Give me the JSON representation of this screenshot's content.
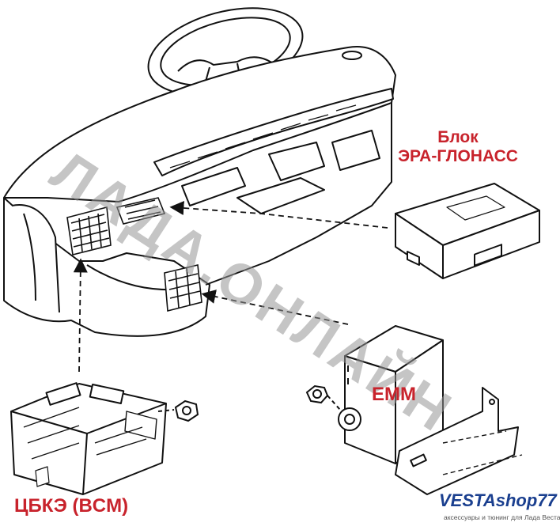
{
  "labels": {
    "era_glonass_line1": "Блок",
    "era_glonass_line2": "ЭРА-ГЛОНАСС",
    "emm": "EMM",
    "bcm": "ЦБКЭ (BCM)"
  },
  "watermark": "ЛАДА.ОНЛАЙН",
  "logo": {
    "name": "VESTAshop77",
    "tagline": "аксессуары и тюнинг для Лада Веста"
  },
  "colors": {
    "label_red": "#c8232c",
    "watermark_gray": "#969696",
    "logo_blue": "#1a3f8f",
    "line_black": "#111111"
  }
}
